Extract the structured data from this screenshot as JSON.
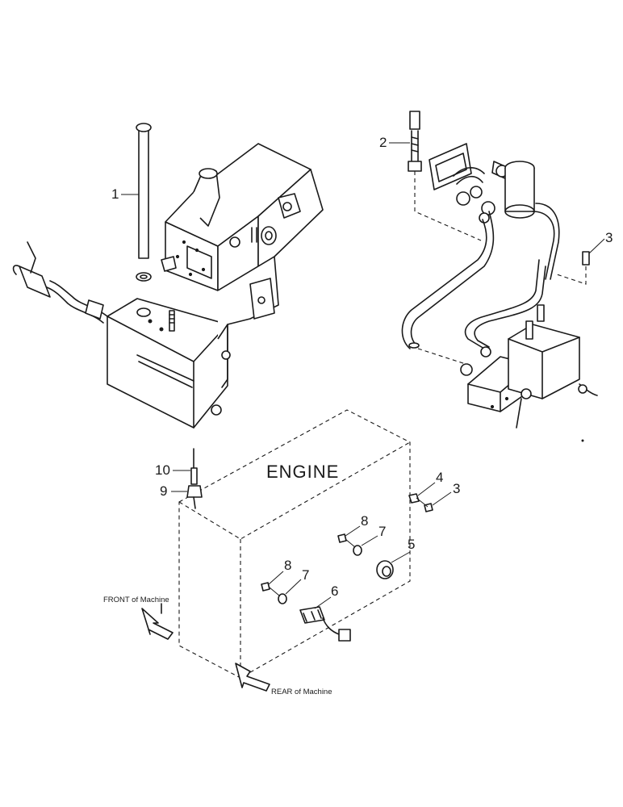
{
  "diagram": {
    "engine_label": "ENGINE",
    "front_label": "FRONT of Machine",
    "rear_label": "REAR of Machine",
    "callouts": [
      {
        "id": "c1",
        "number": "1"
      },
      {
        "id": "c2",
        "number": "2"
      },
      {
        "id": "c3a",
        "number": "3"
      },
      {
        "id": "c3b",
        "number": "3"
      },
      {
        "id": "c4",
        "number": "4"
      },
      {
        "id": "c5",
        "number": "5"
      },
      {
        "id": "c6",
        "number": "6"
      },
      {
        "id": "c7a",
        "number": "7"
      },
      {
        "id": "c7b",
        "number": "7"
      },
      {
        "id": "c8a",
        "number": "8"
      },
      {
        "id": "c8b",
        "number": "8"
      },
      {
        "id": "c9",
        "number": "9"
      },
      {
        "id": "c10",
        "number": "10"
      }
    ]
  }
}
